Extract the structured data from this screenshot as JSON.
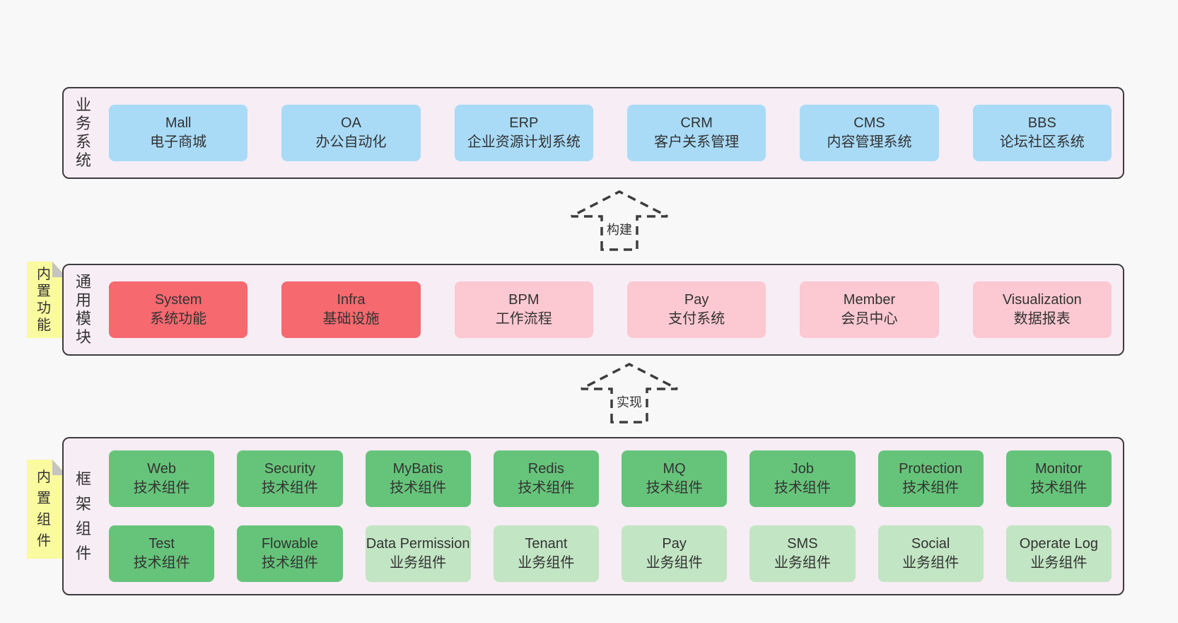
{
  "colors": {
    "page-bg": "#f8f8f8",
    "band-bg": "#f7edf5",
    "band-border": "#3d3d3d",
    "text": "#333333",
    "blue": "#a9dbf7",
    "red": "#f5696f",
    "pink": "#fcc8d1",
    "green": "#66c47a",
    "light-green": "#c2e5c3",
    "sticky-yellow": "#fafa9e",
    "fold-gray": "#c4c4c4"
  },
  "arrows": [
    {
      "label": "构建"
    },
    {
      "label": "实现"
    }
  ],
  "bands": {
    "business": {
      "label": "业务系统",
      "items": [
        {
          "title": "Mall",
          "subtitle": "电子商城"
        },
        {
          "title": "OA",
          "subtitle": "办公自动化"
        },
        {
          "title": "ERP",
          "subtitle": "企业资源计划系统"
        },
        {
          "title": "CRM",
          "subtitle": "客户关系管理"
        },
        {
          "title": "CMS",
          "subtitle": "内容管理系统"
        },
        {
          "title": "BBS",
          "subtitle": "论坛社区系统"
        }
      ]
    },
    "modules": {
      "label": "通用模块",
      "sticky": "内置功能",
      "items": [
        {
          "title": "System",
          "subtitle": "系统功能",
          "variant": "strong"
        },
        {
          "title": "Infra",
          "subtitle": "基础设施",
          "variant": "strong"
        },
        {
          "title": "BPM",
          "subtitle": "工作流程",
          "variant": "soft"
        },
        {
          "title": "Pay",
          "subtitle": "支付系统",
          "variant": "soft"
        },
        {
          "title": "Member",
          "subtitle": "会员中心",
          "variant": "soft"
        },
        {
          "title": "Visualization",
          "subtitle": "数据报表",
          "variant": "soft"
        }
      ]
    },
    "components": {
      "label": "框架组件",
      "sticky": "内置组件",
      "row1": [
        {
          "title": "Web",
          "subtitle": "技术组件",
          "variant": "tech"
        },
        {
          "title": "Security",
          "subtitle": "技术组件",
          "variant": "tech"
        },
        {
          "title": "MyBatis",
          "subtitle": "技术组件",
          "variant": "tech"
        },
        {
          "title": "Redis",
          "subtitle": "技术组件",
          "variant": "tech"
        },
        {
          "title": "MQ",
          "subtitle": "技术组件",
          "variant": "tech"
        },
        {
          "title": "Job",
          "subtitle": "技术组件",
          "variant": "tech"
        },
        {
          "title": "Protection",
          "subtitle": "技术组件",
          "variant": "tech"
        },
        {
          "title": "Monitor",
          "subtitle": "技术组件",
          "variant": "tech"
        }
      ],
      "row2": [
        {
          "title": "Test",
          "subtitle": "技术组件",
          "variant": "tech"
        },
        {
          "title": "Flowable",
          "subtitle": "技术组件",
          "variant": "tech"
        },
        {
          "title": "Data Permission",
          "subtitle": "业务组件",
          "variant": "biz"
        },
        {
          "title": "Tenant",
          "subtitle": "业务组件",
          "variant": "biz"
        },
        {
          "title": "Pay",
          "subtitle": "业务组件",
          "variant": "biz"
        },
        {
          "title": "SMS",
          "subtitle": "业务组件",
          "variant": "biz"
        },
        {
          "title": "Social",
          "subtitle": "业务组件",
          "variant": "biz"
        },
        {
          "title": "Operate Log",
          "subtitle": "业务组件",
          "variant": "biz"
        }
      ]
    }
  }
}
